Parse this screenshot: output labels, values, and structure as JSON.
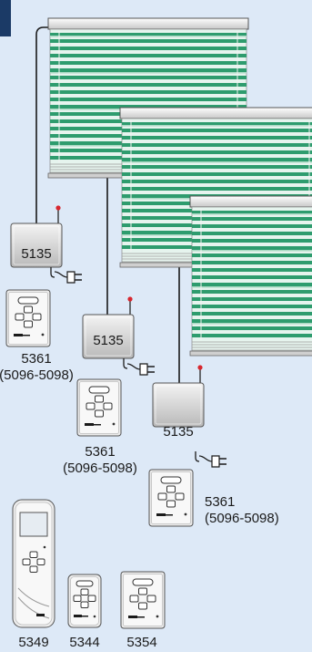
{
  "controller_label": "5135",
  "keypad_label": "5361",
  "keypad_range": "(5096-5098)",
  "handheld_labels": [
    "5349",
    "5344",
    "5354"
  ],
  "colors": {
    "background": "#dde9f7",
    "slat_green": "#2e9c6e",
    "slat_light": "#e6f4ee",
    "antenna_tip": "#d8262e",
    "cable": "#1a1a1a"
  },
  "icons": [
    "window-shade-icon",
    "controller-box-icon",
    "antenna-icon",
    "power-plug-icon",
    "wall-keypad-icon",
    "handheld-remote-icon"
  ]
}
